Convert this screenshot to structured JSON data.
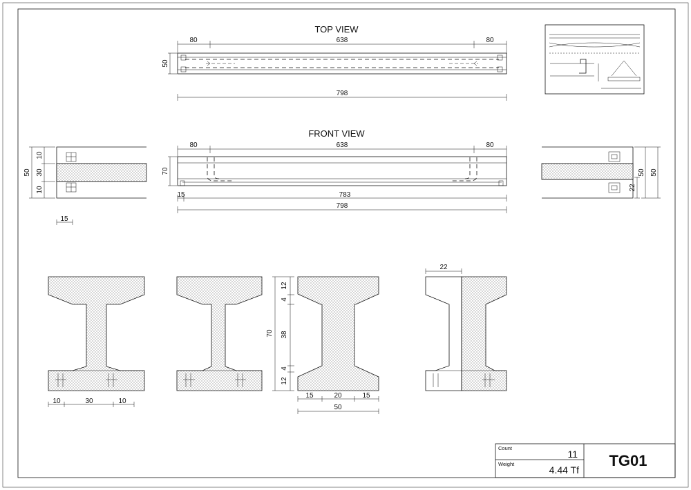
{
  "views": {
    "top_title": "TOP VIEW",
    "front_title": "FRONT VIEW"
  },
  "top_view": {
    "dim_left": "80",
    "dim_mid": "638",
    "dim_right": "80",
    "dim_height": "50",
    "dim_total": "798"
  },
  "front_view": {
    "dim_left": "80",
    "dim_mid": "638",
    "dim_right": "80",
    "dim_height": "70",
    "dim_start": "15",
    "dim_inner": "783",
    "dim_total": "798"
  },
  "end_left": {
    "dim_total": "50",
    "dim_top": "10",
    "dim_mid": "30",
    "dim_bot": "10",
    "dim_offset": "15"
  },
  "end_right": {
    "dim_inner": "22",
    "dim_a": "50",
    "dim_b": "50"
  },
  "sections": {
    "s1_bottom": [
      "10",
      "30",
      "10"
    ],
    "s3_vertical": [
      "12",
      "4",
      "38",
      "4",
      "12"
    ],
    "s3_total": "70",
    "s3_bottom": [
      "15",
      "20",
      "15"
    ],
    "s3_width": "50",
    "s4_top": "22"
  },
  "title_block": {
    "count_label": "Count",
    "count_value": "11",
    "weight_label": "Weight",
    "weight_value": "4.44 Tf",
    "code": "TG01"
  },
  "colors": {
    "line": "#111111",
    "paper": "#ffffff"
  }
}
